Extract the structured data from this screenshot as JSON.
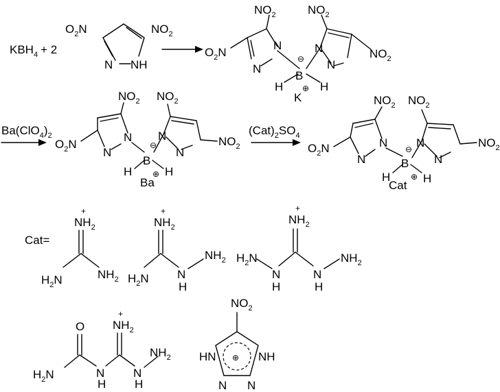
{
  "reactions": {
    "step1_reagent": "KBH",
    "step1_reagent_sub": "4",
    "step1_coeff": "+ 2",
    "step2_reagent": "Ba(ClO",
    "step2_reagent_sub": "4",
    "step2_reagent_tail": ")",
    "step2_reagent_sub2": "2",
    "step3_reagent": "(Cat)",
    "step3_reagent_sub": "2",
    "step3_reagent_tail": "SO",
    "step3_reagent_sub2": "4"
  },
  "labels": {
    "nitro_o": "O",
    "nitro_o_sub": "2",
    "nitro_n": "N",
    "nh": "NH",
    "n": "N",
    "h": "H",
    "b": "B",
    "k": "K",
    "ba": "Ba",
    "cat": "Cat",
    "minus": "⊖",
    "plus": "⊕",
    "cat_eq": "Cat=",
    "nh2": "NH",
    "h2n": "H",
    "h2n_tail": "N",
    "o": "O",
    "sub2": "2",
    "small_plus": "+"
  }
}
